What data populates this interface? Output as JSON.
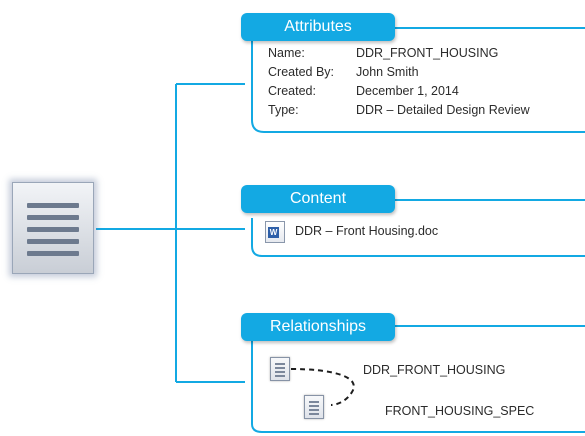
{
  "attributes": {
    "title": "Attributes",
    "rows": [
      {
        "label": "Name:",
        "value": "DDR_FRONT_HOUSING"
      },
      {
        "label": "Created By:",
        "value": "John Smith"
      },
      {
        "label": "Created:",
        "value": "December 1, 2014"
      },
      {
        "label": "Type:",
        "value": "DDR – Detailed Design Review"
      }
    ]
  },
  "content": {
    "title": "Content",
    "file_name": "DDR – Front Housing.doc"
  },
  "relationships": {
    "title": "Relationships",
    "items": [
      {
        "label": "DDR_FRONT_HOUSING"
      },
      {
        "label": "FRONT_HOUSING_SPEC"
      }
    ]
  },
  "colors": {
    "accent": "#13a9e3",
    "text": "#2b2b2b"
  },
  "icons": {
    "main_document": "document-icon",
    "content_file": "word-document-icon",
    "relationship_item": "document-icon"
  }
}
